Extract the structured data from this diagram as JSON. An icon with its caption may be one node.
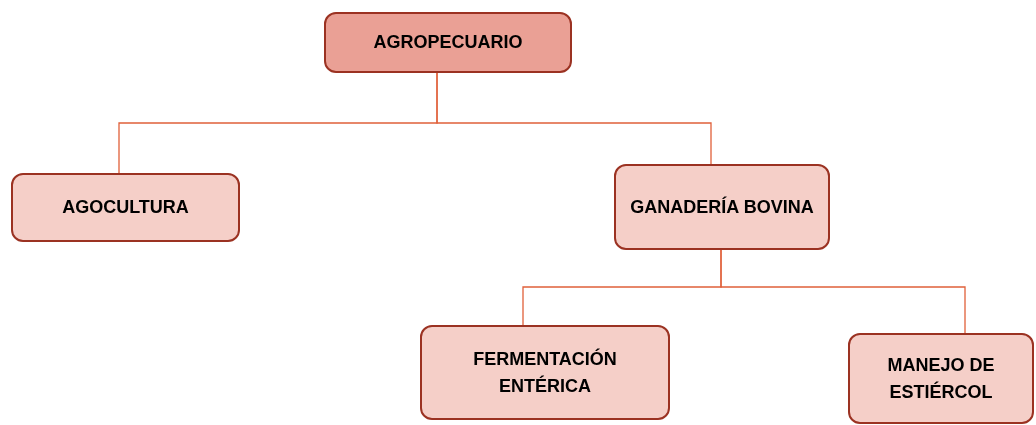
{
  "diagram": {
    "nodes": [
      {
        "text": [
          "AGROPECUARIO"
        ]
      },
      {
        "text": [
          "AGOCULTURA"
        ]
      },
      {
        "text": [
          "GANADERÍA BOVINA"
        ]
      },
      {
        "text": [
          "FERMENTACIÓN ENTÉRICA"
        ]
      },
      {
        "text": [
          "MANEJO DE ESTIÉRCOL"
        ]
      }
    ],
    "edges": [
      {
        "from": 0,
        "to": 1,
        "arrow": "none"
      },
      {
        "from": 0,
        "to": 2,
        "arrow": "none"
      },
      {
        "from": 2,
        "to": 3,
        "arrow": "none"
      },
      {
        "from": 2,
        "to": 4,
        "arrow": "none"
      }
    ]
  }
}
